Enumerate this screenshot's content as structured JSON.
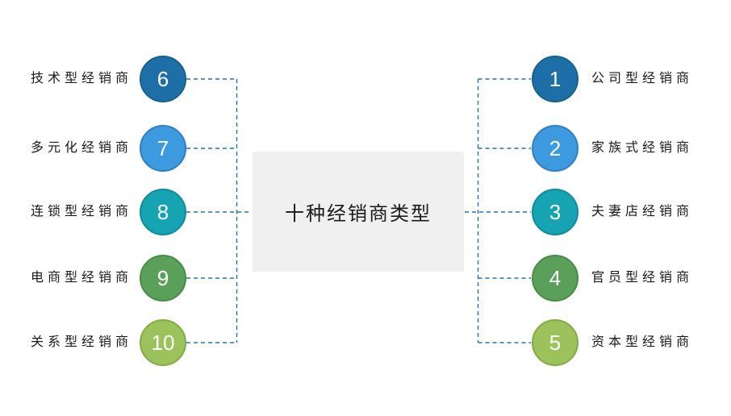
{
  "center": {
    "title": "十种经销商类型",
    "fill": "#F0F0F0",
    "text_color": "#1A1A1A"
  },
  "connector_color": "#2470AC",
  "left_items": [
    {
      "num": "6",
      "label": "技术型经销商",
      "fill": "#1E6FA8",
      "border": "#17618F"
    },
    {
      "num": "7",
      "label": "多元化经销商",
      "fill": "#3D9ADF",
      "border": "#2E7FC4"
    },
    {
      "num": "8",
      "label": "连锁型经销商",
      "fill": "#16A3B2",
      "border": "#0F8C9C"
    },
    {
      "num": "9",
      "label": "电商型经销商",
      "fill": "#5AA05A",
      "border": "#478C47"
    },
    {
      "num": "10",
      "label": "关系型经销商",
      "fill": "#9BC25B",
      "border": "#83AC45"
    }
  ],
  "right_items": [
    {
      "num": "1",
      "label": "公司型经销商",
      "fill": "#1E6FA8",
      "border": "#17618F"
    },
    {
      "num": "2",
      "label": "家族式经销商",
      "fill": "#3D9ADF",
      "border": "#2E7FC4"
    },
    {
      "num": "3",
      "label": "夫妻店经销商",
      "fill": "#16A3B2",
      "border": "#0F8C9C"
    },
    {
      "num": "4",
      "label": "官员型经销商",
      "fill": "#5AA05A",
      "border": "#478C47"
    },
    {
      "num": "5",
      "label": "资本型经销商",
      "fill": "#9BC25B",
      "border": "#83AC45"
    }
  ]
}
